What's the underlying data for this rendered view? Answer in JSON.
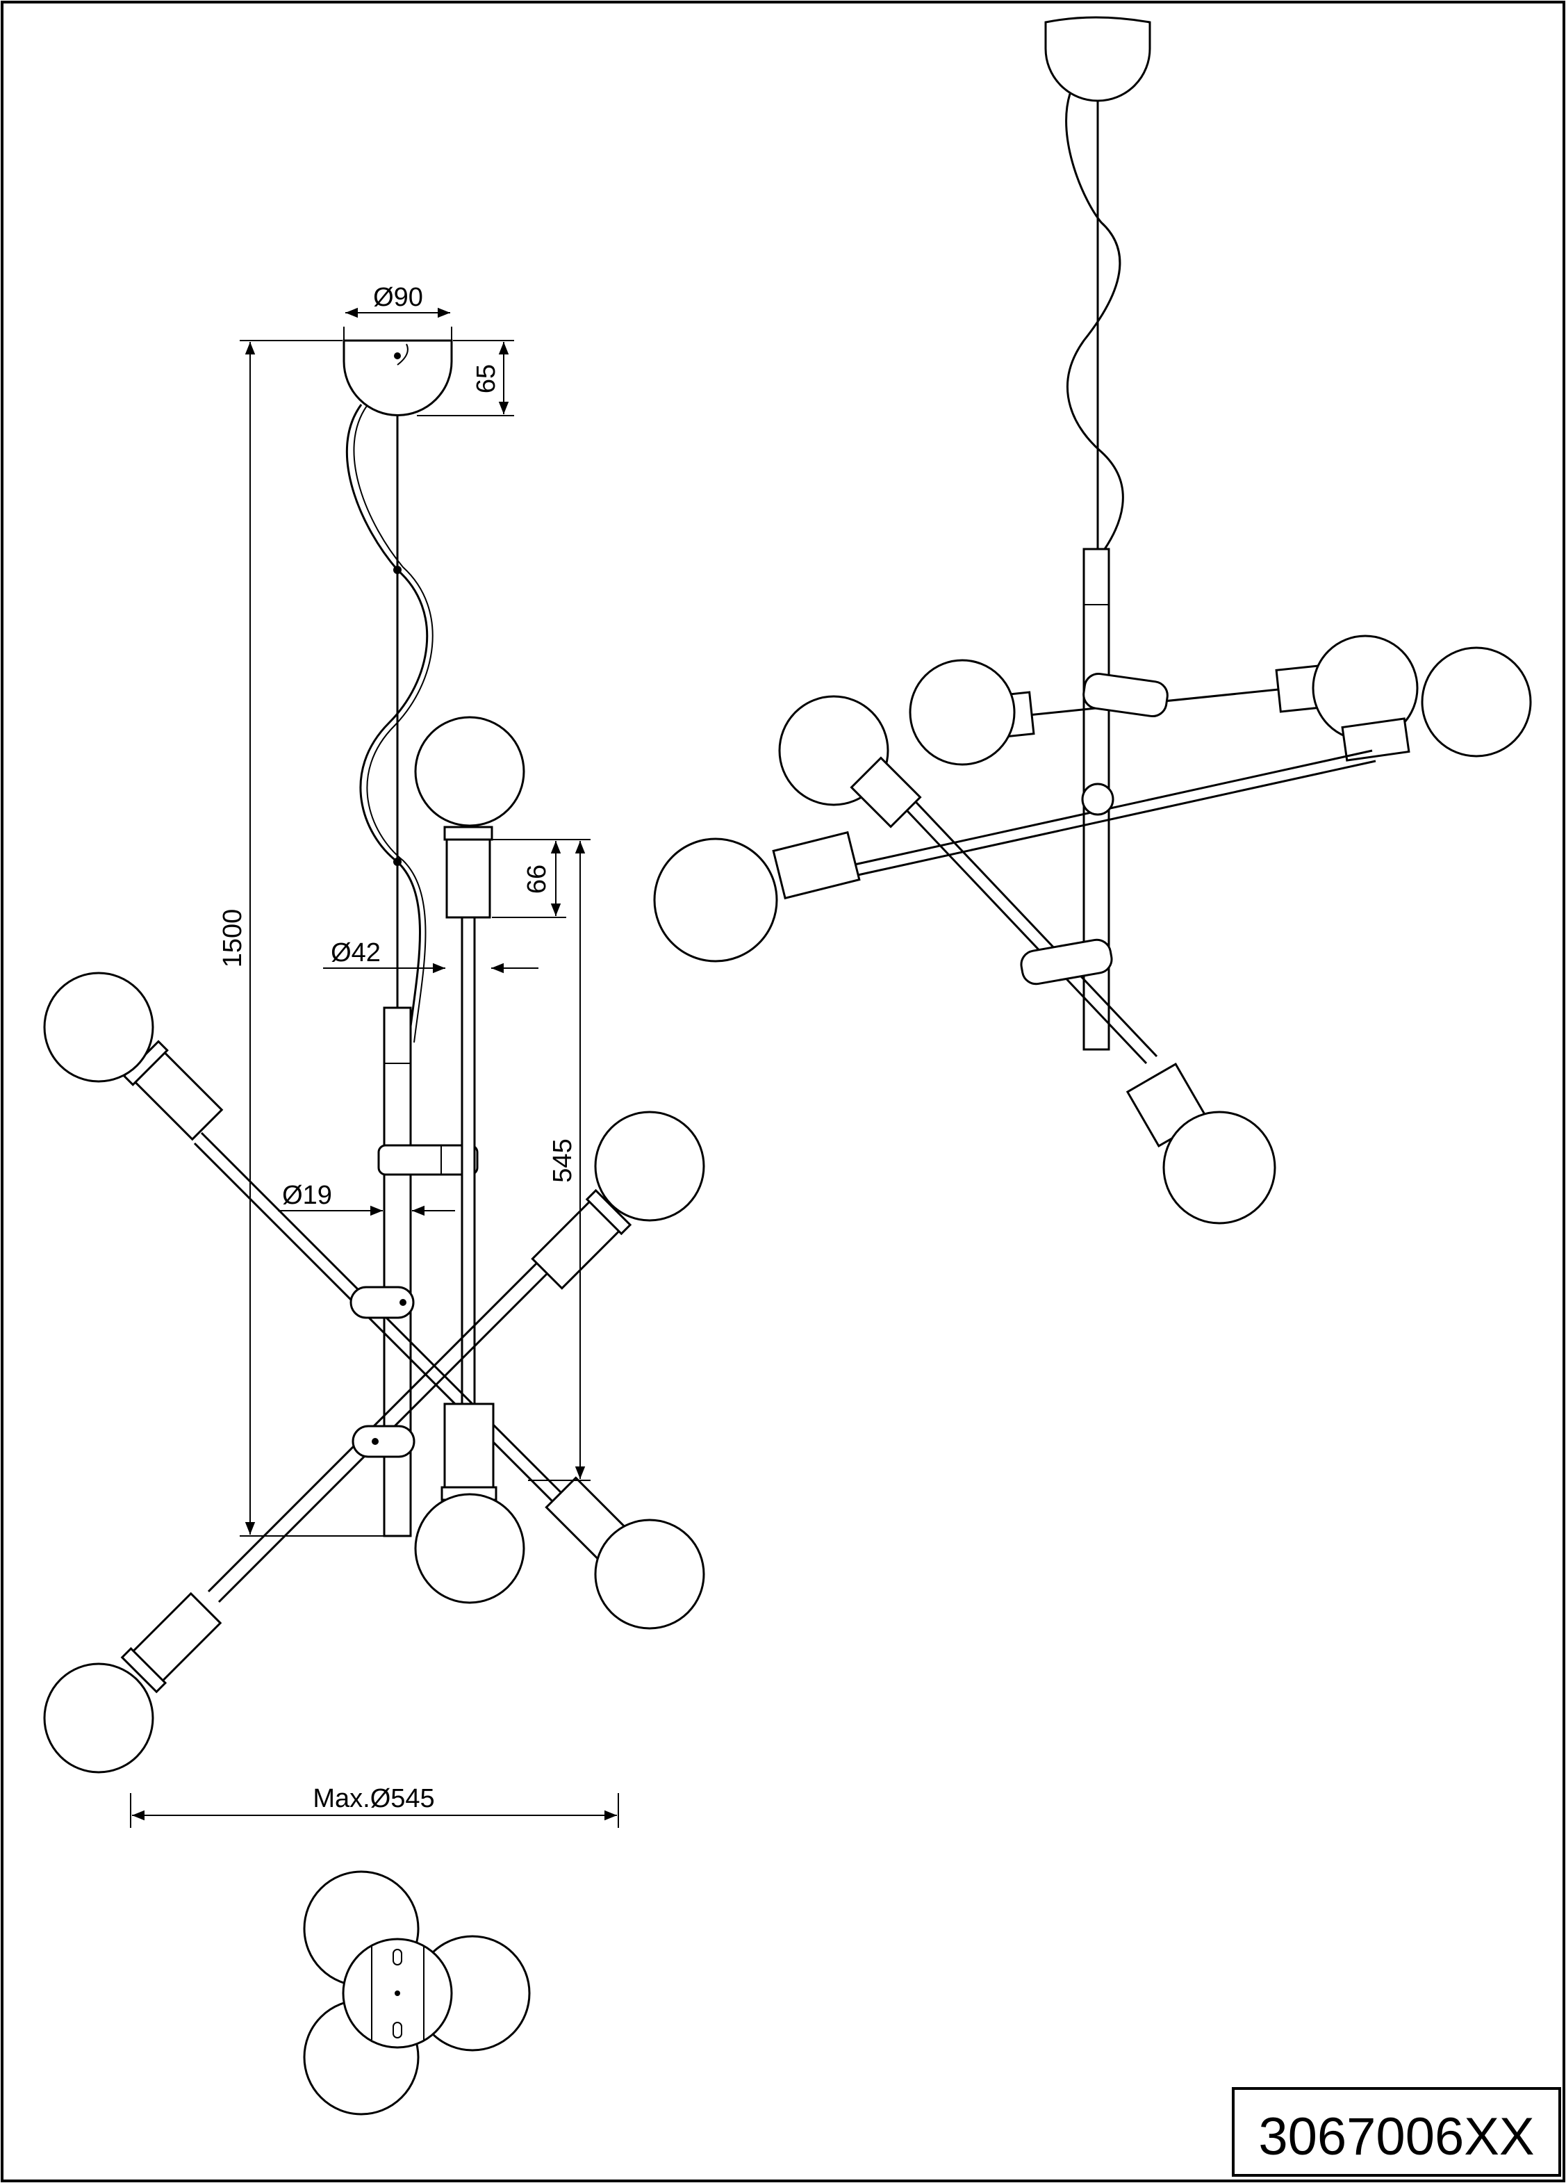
{
  "dimensions": {
    "canopy_diameter": "Ø90",
    "canopy_height": "65",
    "overall_height": "1500",
    "socket_height": "66",
    "socket_diameter": "Ø42",
    "tube_diameter": "Ø19",
    "arm_length": "545",
    "max_diameter": "Max.Ø545"
  },
  "product_code": "3067006XX"
}
